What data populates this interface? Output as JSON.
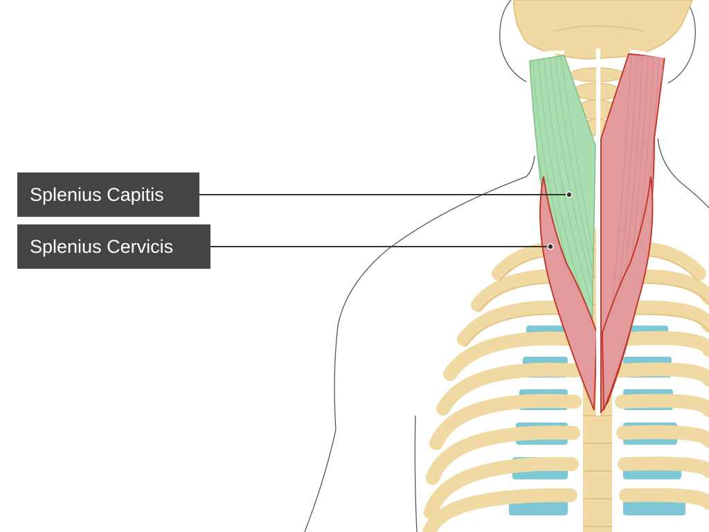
{
  "labels": [
    {
      "id": "splenius-capitis",
      "text": "Splenius Capitis"
    },
    {
      "id": "splenius-cervicis",
      "text": "Splenius Cervicis"
    }
  ],
  "colors": {
    "background": "#ffffff",
    "label_bg": "#444444",
    "label_text": "#ffffff",
    "leader_line": "#333333",
    "bone": "#f1d9a3",
    "bone_shadow": "#e4c383",
    "cartilage": "#7ec7d4",
    "splenius_capitis": "#a9dcae",
    "splenius_cervicis": "#e39a9c",
    "muscle_outline_red": "#c0392b",
    "body_outline": "#555555"
  }
}
